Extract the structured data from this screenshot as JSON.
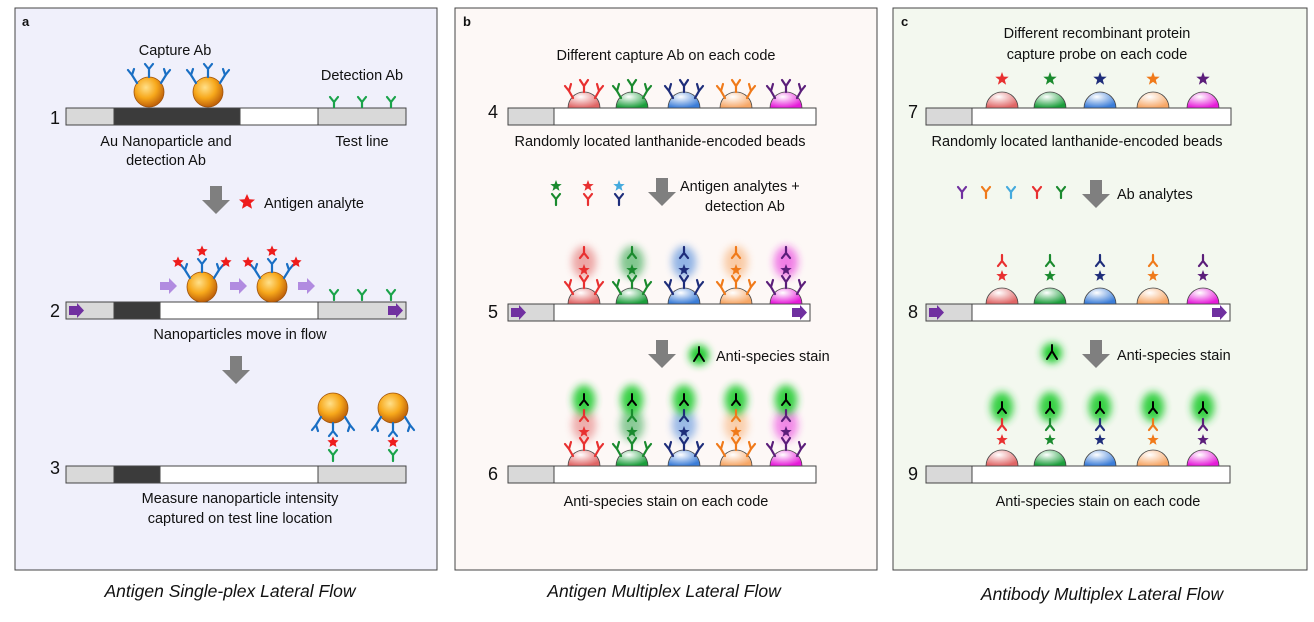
{
  "panels": {
    "a": {
      "letter": "a",
      "caption": "Antigen Single-plex Lateral Flow",
      "bg_color": "#f0f0fb",
      "capture_label": "Capture Ab",
      "detection_label": "Detection Ab",
      "step1_num": "1",
      "step1_left_label_1": "Au Nanoparticle and",
      "step1_left_label_2": "detection Ab",
      "step1_right_label": "Test line",
      "arrow1_label": "Antigen analyte",
      "step2_num": "2",
      "step2_label": "Nanoparticles move in flow",
      "step3_num": "3",
      "step3_label_1": "Measure nanoparticle intensity",
      "step3_label_2": "captured on test line location"
    },
    "b": {
      "letter": "b",
      "caption": "Antigen Multiplex Lateral Flow",
      "bg_color": "#fdf8f6",
      "top_label": "Different capture Ab on each code",
      "step4_num": "4",
      "step4_label": "Randomly located lanthanide-encoded beads",
      "arrow1_label_1": "Antigen analytes +",
      "arrow1_label_2": "detection Ab",
      "step5_num": "5",
      "arrow2_label": "Anti-species stain",
      "step6_num": "6",
      "step6_label": "Anti-species stain on each code"
    },
    "c": {
      "letter": "c",
      "caption": "Antibody Multiplex Lateral Flow",
      "bg_color": "#f3f8ef",
      "top_label_1": "Different recombinant protein",
      "top_label_2": "capture probe on each code",
      "step7_num": "7",
      "step7_label": "Randomly located lanthanide-encoded beads",
      "arrow1_label": "Ab analytes",
      "step8_num": "8",
      "arrow2_label": "Anti-species stain",
      "step9_num": "9",
      "step9_label": "Anti-species stain on each code"
    }
  },
  "colors": {
    "bead_codes": [
      "#e06666",
      "#1b9e3b",
      "#3b7dd8",
      "#f7a766",
      "#e61bd9"
    ],
    "analyte_codes": [
      "#e83030",
      "#1a8a2e",
      "#1e2d7a",
      "#f07a1a",
      "#5b1e7a"
    ],
    "gold": "#f7a81b",
    "antibody_blue": "#1a6fc4",
    "testline_green": "#1aa34a",
    "antigen_red": "#ee1c1c",
    "flow_purple": "#7030a0",
    "flow_lilac": "#b18be0",
    "gray_arrow": "#7f7f7f",
    "stain_glow": "#22cc33",
    "dark_pad": "#3b3b3b",
    "light_pad": "#d9d9d9"
  },
  "icons": [
    "antibody-y-icon",
    "antigen-star-icon",
    "nanoparticle-icon",
    "bead-icon",
    "down-arrow-icon",
    "flow-arrow-icon"
  ]
}
